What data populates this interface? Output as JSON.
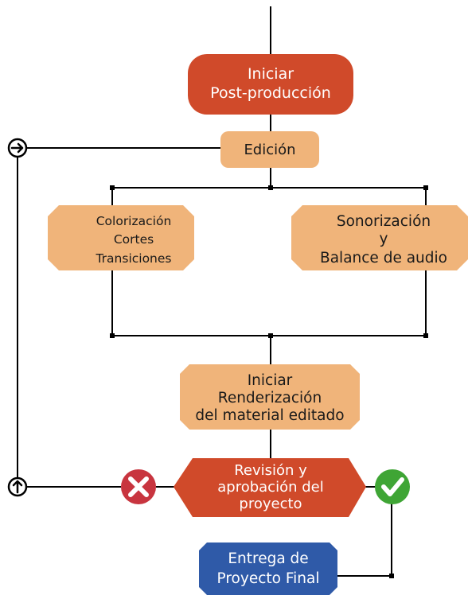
{
  "diagram": {
    "start_node": {
      "lines": [
        "Iniciar",
        "Post-producción"
      ]
    },
    "edicion_node": {
      "label": "Edición"
    },
    "left_task_node": {
      "lines": [
        "Colorización",
        "Cortes",
        "Transiciones"
      ]
    },
    "right_task_node": {
      "lines": [
        "Sonorización",
        "y",
        "Balance de audio"
      ]
    },
    "render_node": {
      "lines": [
        "Iniciar",
        "Renderización",
        "del material editado"
      ]
    },
    "review_node": {
      "lines": [
        "Revisión y",
        "aprobación del",
        "proyecto"
      ]
    },
    "final_node": {
      "lines": [
        "Entrega de",
        "Proyecto Final"
      ]
    },
    "reject_icon": "x-circle-icon",
    "approve_icon": "check-circle-icon",
    "loop_arrow_icons": [
      "arrow-right-circle-icon",
      "arrow-up-circle-icon"
    ]
  },
  "colors": {
    "start_review": "#d04a2a",
    "task_fill": "#f0b47a",
    "final_fill": "#2f5aa8",
    "reject": "#c8353f",
    "approve": "#3fa535",
    "line": "#000000"
  }
}
